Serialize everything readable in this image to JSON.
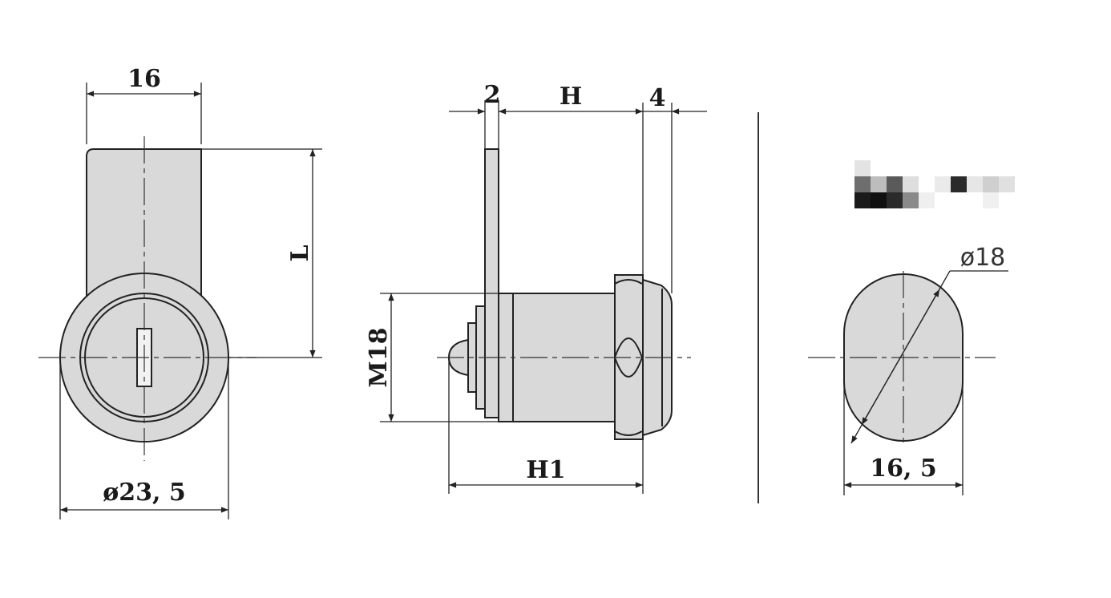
{
  "left_view": {
    "width_label": "16",
    "length_label": "L",
    "diameter_label": "ø23, 5"
  },
  "side_view": {
    "cam_thickness_label": "2",
    "h_label": "H",
    "flange_label": "4",
    "thread_label": "M18",
    "h1_label": "H1"
  },
  "right_view": {
    "diameter_label": "ø18",
    "flat_width_label": "16, 5",
    "pixelated_logo": "blurred-mark"
  },
  "colors": {
    "line": "#222222",
    "fill": "#d9d9d9",
    "background": "#ffffff"
  }
}
